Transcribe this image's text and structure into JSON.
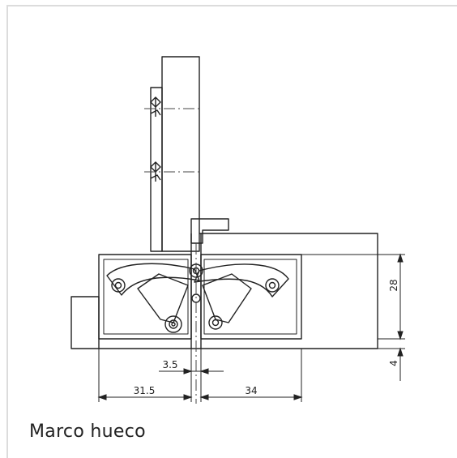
{
  "caption": "Marco hueco",
  "dimensions": {
    "height_main": "28",
    "height_small": "4",
    "gap": "3.5",
    "left_width": "31.5",
    "right_width": "34"
  }
}
